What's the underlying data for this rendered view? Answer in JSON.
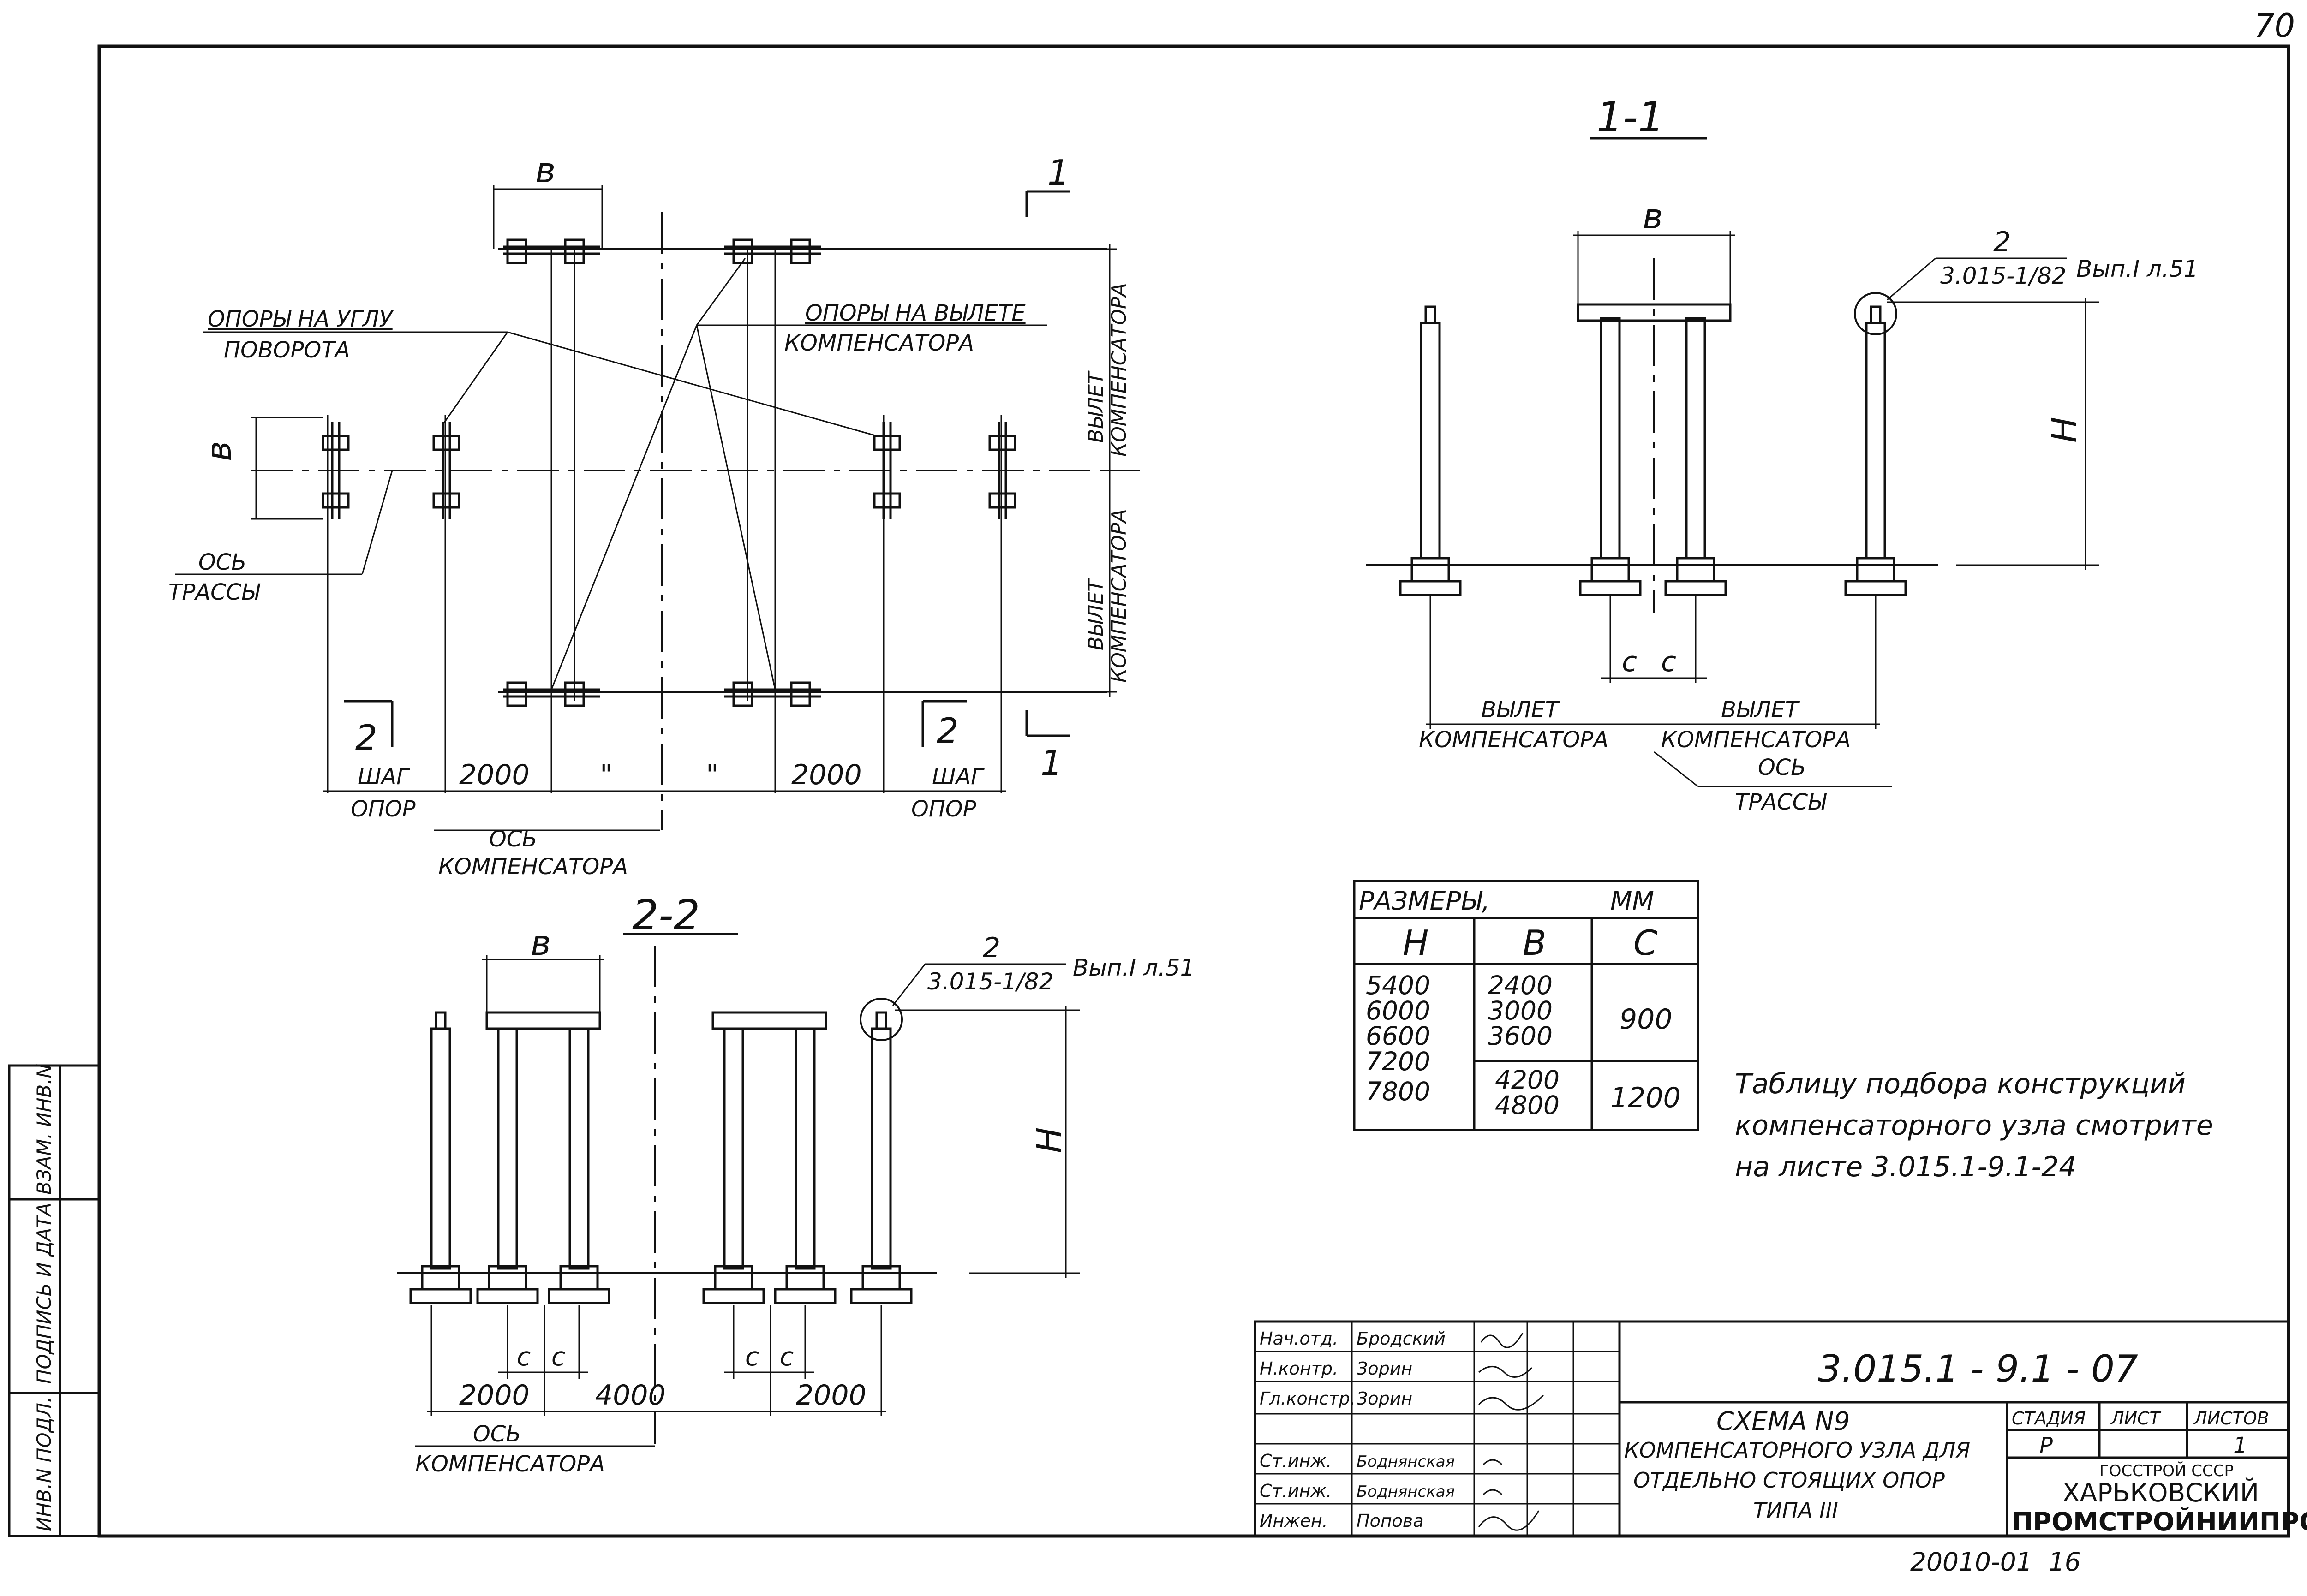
{
  "sheet_corner": "70",
  "plan": {
    "dim_b_top": "в",
    "dim_b_left": "в",
    "label_corner_supports": [
      "ОПОРЫ НА УГЛУ",
      "ПОВОРОТА"
    ],
    "label_offset_supports": [
      "ОПОРЫ НА ВЫЛЕТЕ",
      "КОМПЕНСАТОРА"
    ],
    "label_route_axis": [
      "ОСЬ",
      "ТРАССЫ"
    ],
    "label_offset_upper": [
      "ВЫЛЕТ",
      "КОМПЕНСАТОРА"
    ],
    "label_offset_lower": [
      "ВЫЛЕТ",
      "КОМПЕНСАТОРА"
    ],
    "section_marks": {
      "s1_top": "1",
      "s1_bottom": "1",
      "s2_left": "2",
      "s2_right": "2"
    },
    "bottom_dims": [
      {
        "id": "pitch-left",
        "lines": [
          "ШАГ",
          "ОПОР"
        ]
      },
      {
        "id": "d2000-left",
        "lines": [
          "2000"
        ]
      },
      {
        "id": "ditto-1",
        "lines": [
          "\""
        ]
      },
      {
        "id": "ditto-2",
        "lines": [
          "\""
        ]
      },
      {
        "id": "d2000-right",
        "lines": [
          "2000"
        ]
      },
      {
        "id": "pitch-right",
        "lines": [
          "ШАГ",
          "ОПОР"
        ]
      }
    ],
    "label_comp_axis": [
      "ОСЬ",
      "КОМПЕНСАТОРА"
    ]
  },
  "section_1_1": {
    "title": "1-1",
    "dim_b": "в",
    "dim_h": "H",
    "callout": {
      "num": "2",
      "ref": "3.015-1/82",
      "ext": "Вып.I л.51"
    },
    "dim_c": [
      "c",
      "c"
    ],
    "label_offset_left": [
      "ВЫЛЕТ",
      "КОМПЕНСАТОРА"
    ],
    "label_offset_right": [
      "ВЫЛЕТ",
      "КОМПЕНСАТОРА"
    ],
    "label_route_axis": [
      "ОСЬ",
      "ТРАССЫ"
    ]
  },
  "section_2_2": {
    "title": "2-2",
    "dim_b": "в",
    "dim_h": "H",
    "callout": {
      "num": "2",
      "ref": "3.015-1/82",
      "ext": "Вып.I л.51"
    },
    "dims_bottom": [
      "2000",
      "4000",
      "2000"
    ],
    "dim_c_left": [
      "c",
      "c"
    ],
    "dim_c_right": [
      "c",
      "c"
    ],
    "label_comp_axis": [
      "ОСЬ",
      "КОМПЕНСАТОРА"
    ]
  },
  "size_table": {
    "title": "РАЗМЕРЫ,",
    "unit": "ММ",
    "headers": [
      "H",
      "В",
      "C"
    ],
    "h_values": [
      "5400",
      "6000",
      "6600",
      "7200",
      "7800"
    ],
    "b_group1": [
      "2400",
      "3000",
      "3600"
    ],
    "b_group2": [
      "4200",
      "4800"
    ],
    "c_group1": "900",
    "c_group2": "1200"
  },
  "note": [
    "Таблицу подбора конструкций",
    "компенсаторного узла смотрите",
    "на листе 3.015.1-9.1-24"
  ],
  "side_stamp": [
    "ИНВ.N ПОДЛ.",
    "ПОДПИСЬ И ДАТА",
    "ВЗАМ. ИНВ.N"
  ],
  "title_block": {
    "doc_code": "3.015.1 - 9.1 - 07",
    "people": [
      {
        "role": "Нач.отд.",
        "name": "Бродский"
      },
      {
        "role": "Н.контр.",
        "name": "Зорин"
      },
      {
        "role": "Гл.констр.",
        "name": "Зорин"
      },
      {
        "role": "",
        "name": ""
      },
      {
        "role": "Ст.инж.",
        "name": "Боднянская"
      },
      {
        "role": "Ст.инж.",
        "name": "Боднянская"
      },
      {
        "role": "Инжен.",
        "name": "Попова"
      }
    ],
    "sheet_title": [
      "СХЕМА N9",
      "КОМПЕНСАТОРНОГО УЗЛА ДЛЯ",
      "ОТДЕЛЬНО СТОЯЩИХ ОПОР",
      "ТИПА III"
    ],
    "stage_label": "СТАДИЯ",
    "sheet_label": "ЛИСТ",
    "sheets_label": "ЛИСТОВ",
    "stage": "Р",
    "sheet": "",
    "sheets": "1",
    "org": [
      "ГОССТРОЙ СССР",
      "ХАРЬКОВСКИЙ",
      "ПРОМСТРОЙНИИПРОЕКТ"
    ]
  },
  "footer": "20010-01  16"
}
